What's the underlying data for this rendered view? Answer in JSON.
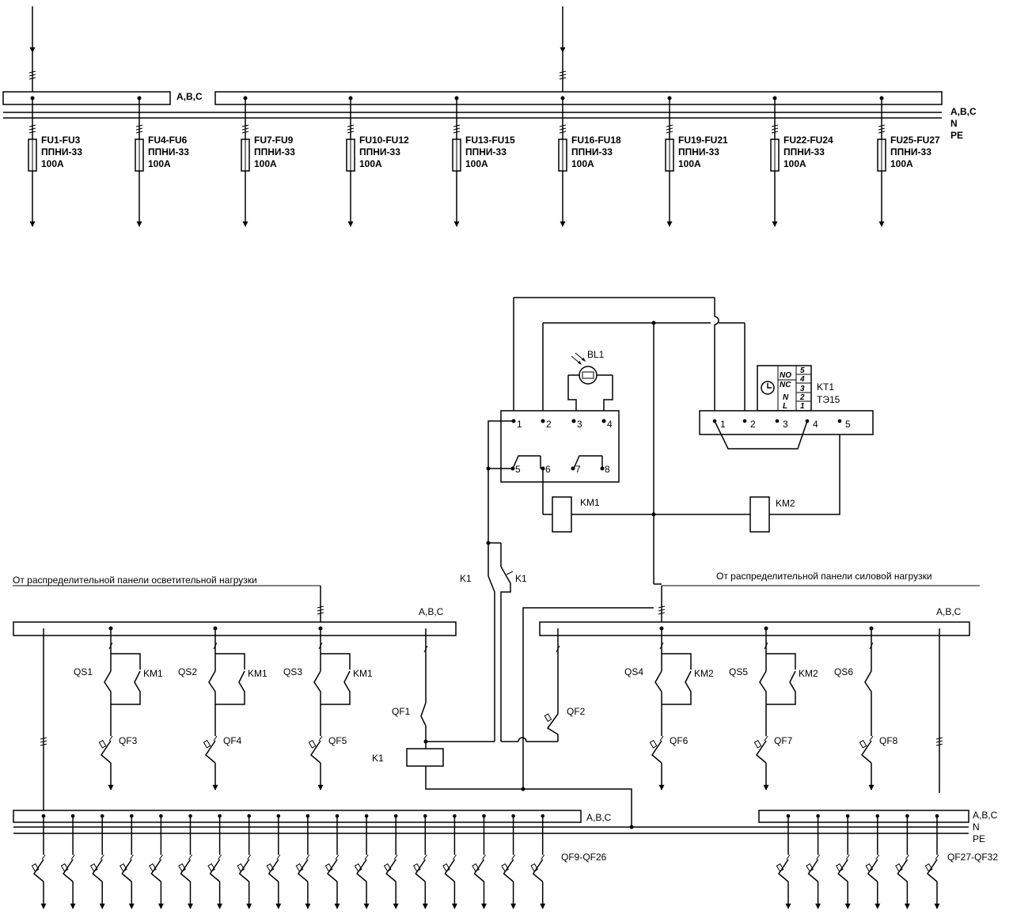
{
  "top_panel": {
    "bus_label": "A,B,C",
    "side_labels": [
      "A,B,C",
      "N",
      "PE"
    ],
    "fuses": [
      {
        "name": "FU1-FU3",
        "type": "ППНИ-33",
        "rating": "100A"
      },
      {
        "name": "FU4-FU6",
        "type": "ППНИ-33",
        "rating": "100A"
      },
      {
        "name": "FU7-FU9",
        "type": "ППНИ-33",
        "rating": "100A"
      },
      {
        "name": "FU10-FU12",
        "type": "ППНИ-33",
        "rating": "100A"
      },
      {
        "name": "FU13-FU15",
        "type": "ППНИ-33",
        "rating": "100A"
      },
      {
        "name": "FU16-FU18",
        "type": "ППНИ-33",
        "rating": "100A"
      },
      {
        "name": "FU19-FU21",
        "type": "ППНИ-33",
        "rating": "100A"
      },
      {
        "name": "FU22-FU24",
        "type": "ППНИ-33",
        "rating": "100A"
      },
      {
        "name": "FU25-FU27",
        "type": "ППНИ-33",
        "rating": "100A"
      }
    ]
  },
  "control": {
    "photo_sensor": "BL1",
    "relay1_terminals": [
      "1",
      "2",
      "3",
      "4",
      "5",
      "6",
      "7",
      "8"
    ],
    "timer": {
      "name": "KT1",
      "type": "ТЭ15",
      "terminals": [
        "1",
        "2",
        "3",
        "4",
        "5"
      ],
      "contacts": [
        "NO",
        "NC",
        "N",
        "L"
      ],
      "pins": [
        "5",
        "4",
        "3",
        "2",
        "1"
      ]
    },
    "coils": [
      "KM1",
      "KM2"
    ],
    "k1_contacts": [
      "K1",
      "K1"
    ]
  },
  "lower": {
    "left_source": "От распределительной панели осветительной нагрузки",
    "right_source": "От распределительной панели силовой нагрузки",
    "bus_label": "A,B,C",
    "left_switches": [
      {
        "qs": "QS1",
        "km": "KM1",
        "qf": "QF3"
      },
      {
        "qs": "QS2",
        "km": "KM1",
        "qf": "QF4"
      },
      {
        "qs": "QS3",
        "km": "KM1",
        "qf": "QF5"
      }
    ],
    "right_switches": [
      {
        "qs": "QS4",
        "km": "KM2",
        "qf": "QF6"
      },
      {
        "qs": "QS5",
        "km": "KM2",
        "qf": "QF7"
      },
      {
        "qs": "QS6",
        "km": "",
        "qf": "QF8"
      }
    ],
    "qf1": "QF1",
    "qf2": "QF2",
    "k1_coil": "K1",
    "bottom_left_bus": "A,B,C",
    "bottom_left_group": "QF9-QF26",
    "bottom_right_bus_labels": [
      "A,B,C",
      "N",
      "PE"
    ],
    "bottom_right_group": "QF27-QF32"
  }
}
